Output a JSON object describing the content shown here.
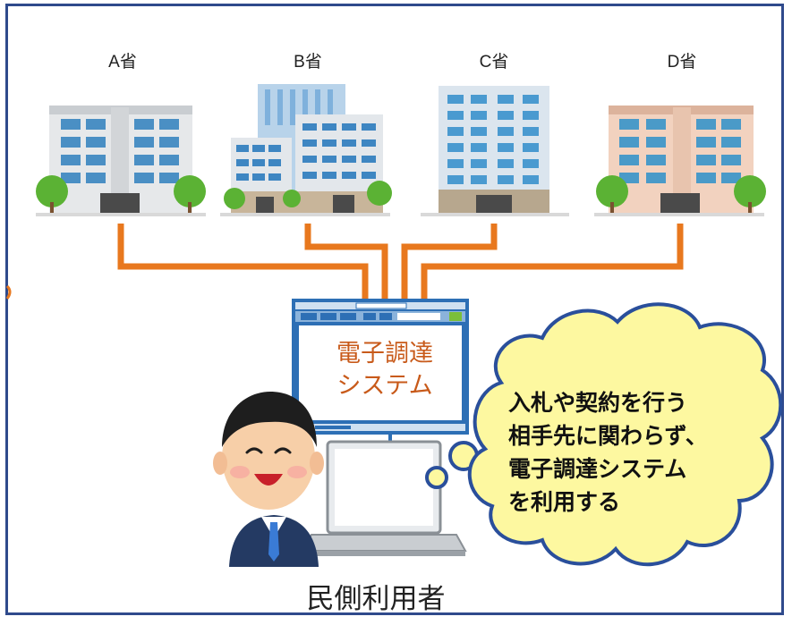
{
  "ministries": [
    {
      "label": "A省"
    },
    {
      "label": "B省"
    },
    {
      "label": "C省"
    },
    {
      "label": "D省"
    }
  ],
  "system": {
    "line1": "電子調達",
    "line2": "システム"
  },
  "bubble": {
    "line1": "入札や契約を行う",
    "line2": "相手先に関わらず、",
    "line3": "電子調達システム",
    "line4": "を利用する"
  },
  "user_label": "民側利用者",
  "colors": {
    "frame": "#2f4a8c",
    "connector": "#e8781e",
    "monitor_frame": "#2d6fb5",
    "monitor_text": "#c85a1a",
    "bubble_fill": "#fdf8a0",
    "bubble_stroke": "#2a4f9b"
  }
}
